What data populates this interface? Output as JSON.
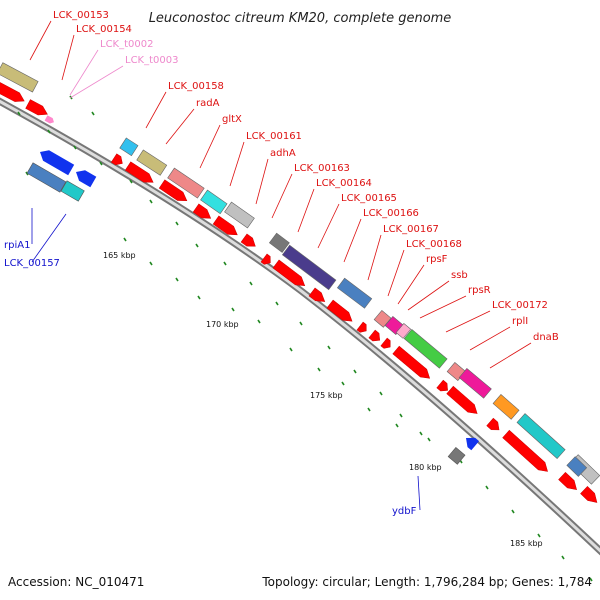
{
  "title": "Leuconostoc citreum KM20, complete genome",
  "footer": {
    "accession": "Accession: NC_010471",
    "topology": "Topology: circular; Length: 1,796,284 bp; Genes: 1,784"
  },
  "colors": {
    "background": "#ffffff",
    "cds": "#ff0000",
    "cds_dark": "#cc0000",
    "label_forward": "#dd1111",
    "label_trna": "#ee88cc",
    "label_reverse": "#1111cc",
    "tick": "#228822",
    "backbone": "#999999"
  },
  "scale_labels": [
    "165 kbp",
    "170 kbp",
    "175 kbp",
    "180 kbp",
    "185 kbp"
  ],
  "forward_labels": [
    {
      "text": "LCK_00153",
      "kind": "cds"
    },
    {
      "text": "LCK_00154",
      "kind": "cds"
    },
    {
      "text": "LCK_t0002",
      "kind": "trna"
    },
    {
      "text": "LCK_t0003",
      "kind": "trna"
    },
    {
      "text": "LCK_00158",
      "kind": "cds"
    },
    {
      "text": "radA",
      "kind": "cds"
    },
    {
      "text": "gltX",
      "kind": "cds"
    },
    {
      "text": "LCK_00161",
      "kind": "cds"
    },
    {
      "text": "adhA",
      "kind": "cds"
    },
    {
      "text": "LCK_00163",
      "kind": "cds"
    },
    {
      "text": "LCK_00164",
      "kind": "cds"
    },
    {
      "text": "LCK_00165",
      "kind": "cds"
    },
    {
      "text": "LCK_00166",
      "kind": "cds"
    },
    {
      "text": "LCK_00167",
      "kind": "cds"
    },
    {
      "text": "LCK_00168",
      "kind": "cds"
    },
    {
      "text": "rpsF",
      "kind": "cds"
    },
    {
      "text": "ssb",
      "kind": "cds"
    },
    {
      "text": "rpsR",
      "kind": "cds"
    },
    {
      "text": "LCK_00172",
      "kind": "cds"
    },
    {
      "text": "rplI",
      "kind": "cds"
    },
    {
      "text": "dnaB",
      "kind": "cds"
    }
  ],
  "reverse_labels": [
    {
      "text": "rpiA1"
    },
    {
      "text": "LCK_00157"
    },
    {
      "text": "ydbF"
    }
  ],
  "feature_colors": {
    "LCK_00153": "#c8bc78",
    "LCK_00158": "#33c0ee",
    "radA": "#c8bc78",
    "gltX": "#ee8888",
    "LCK_00161": "#33e0e0",
    "adhA": "#c0c0c0",
    "LCK_00163": "#777777",
    "LCK_00164": "#4a3c8c",
    "LCK_00165": "#4a80c0",
    "LCK_00167": "#ee8888",
    "LCK_00168": "#ee1a9a",
    "rpsF": "#ffaacc",
    "ssb": "#44cc44",
    "rpsR": "#ee8888",
    "LCK_00172": "#ee1a9a",
    "rplI": "#ff9922",
    "dnaB": "#22c8c8",
    "tail": "#c0c0c0",
    "tail2": "#4a80c0",
    "rpiA1": "#4a80c0",
    "LCK_00157": "#22c8c8",
    "rev_blue1": "#1133ee",
    "rev_blue2": "#1133ee",
    "ydbF": "#777777",
    "ydbF_arrow": "#1133ee"
  }
}
